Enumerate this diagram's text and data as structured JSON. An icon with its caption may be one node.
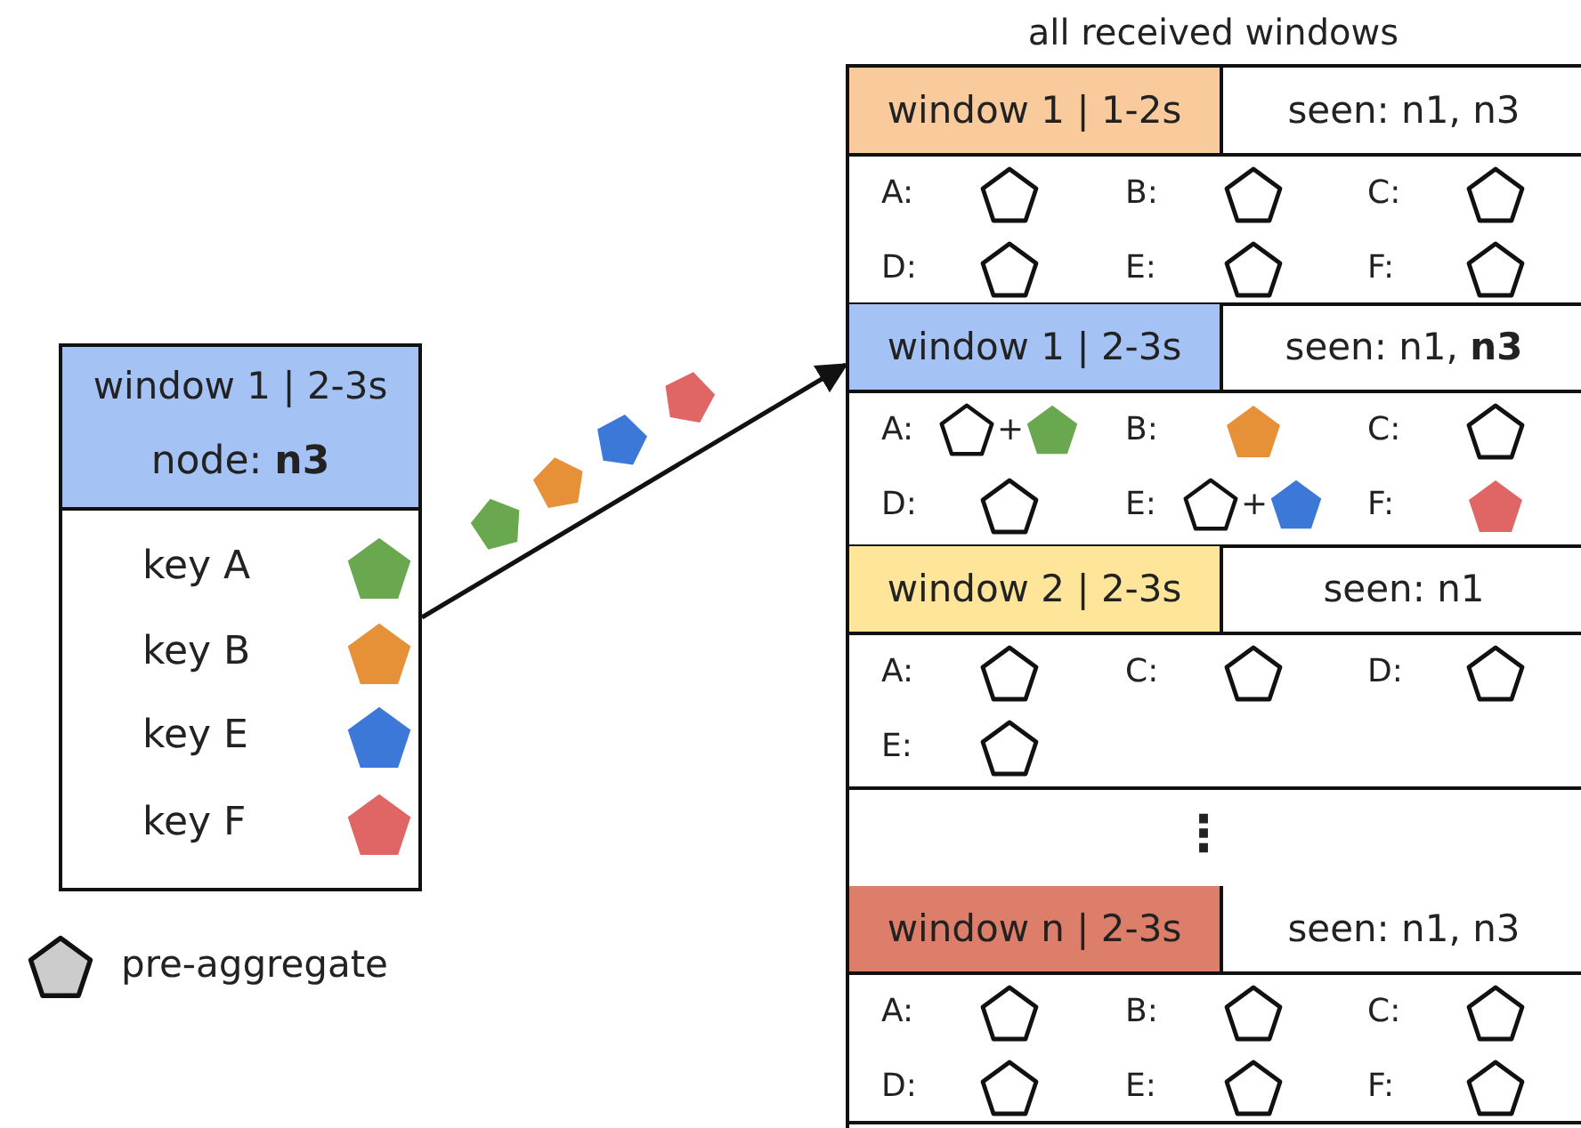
{
  "diagram": {
    "nodes": [
      {
        "text": [
          "window 1 | 2-3s",
          "node: **n3**"
        ]
      },
      {
        "text": [
          "key A"
        ],
        "in": 0
      },
      {
        "text": [
          "key B"
        ],
        "in": 0
      },
      {
        "text": [
          "key E"
        ],
        "in": 0
      },
      {
        "text": [
          "key F"
        ],
        "in": 0
      },
      {
        "text": [
          "all received windows"
        ]
      },
      {
        "text": [
          "window 1 | 1-2s",
          "seen: n1, n3"
        ],
        "in": 5
      },
      {
        "text": [
          "A:"
        ],
        "in": 6
      },
      {
        "text": [
          "B:"
        ],
        "in": 6
      },
      {
        "text": [
          "C:"
        ],
        "in": 6
      },
      {
        "text": [
          "D:"
        ],
        "in": 6
      },
      {
        "text": [
          "E:"
        ],
        "in": 6
      },
      {
        "text": [
          "F:"
        ],
        "in": 6
      },
      {
        "text": [
          "window 1 | 2-3s",
          "seen: n1, **n3**"
        ],
        "in": 5
      },
      {
        "text": [
          "A:",
          "+"
        ],
        "in": 13
      },
      {
        "text": [
          "B:"
        ],
        "in": 13
      },
      {
        "text": [
          "C:"
        ],
        "in": 13
      },
      {
        "text": [
          "D:"
        ],
        "in": 13
      },
      {
        "text": [
          "E:",
          "+"
        ],
        "in": 13
      },
      {
        "text": [
          "F:"
        ],
        "in": 13
      },
      {
        "text": [
          "window 2 | 2-3s",
          "seen: n1"
        ],
        "in": 5
      },
      {
        "text": [
          "A:"
        ],
        "in": 20
      },
      {
        "text": [
          "C:"
        ],
        "in": 20
      },
      {
        "text": [
          "D:"
        ],
        "in": 20
      },
      {
        "text": [
          "E:"
        ],
        "in": 20
      },
      {
        "text": [
          "window n | 2-3s",
          "seen: n1, n3"
        ],
        "in": 5
      },
      {
        "text": [
          "A:"
        ],
        "in": 25
      },
      {
        "text": [
          "B:"
        ],
        "in": 25
      },
      {
        "text": [
          "C:"
        ],
        "in": 25
      },
      {
        "text": [
          "D:"
        ],
        "in": 25
      },
      {
        "text": [
          "E:"
        ],
        "in": 25
      },
      {
        "text": [
          "F:"
        ],
        "in": 25
      }
    ],
    "edges": [
      {
        "from": 0,
        "to": 13,
        "arrow": "to"
      }
    ],
    "labels": [
      "⋮"
    ],
    "legend": [
      {
        "text": "pre-aggregate"
      }
    ]
  }
}
